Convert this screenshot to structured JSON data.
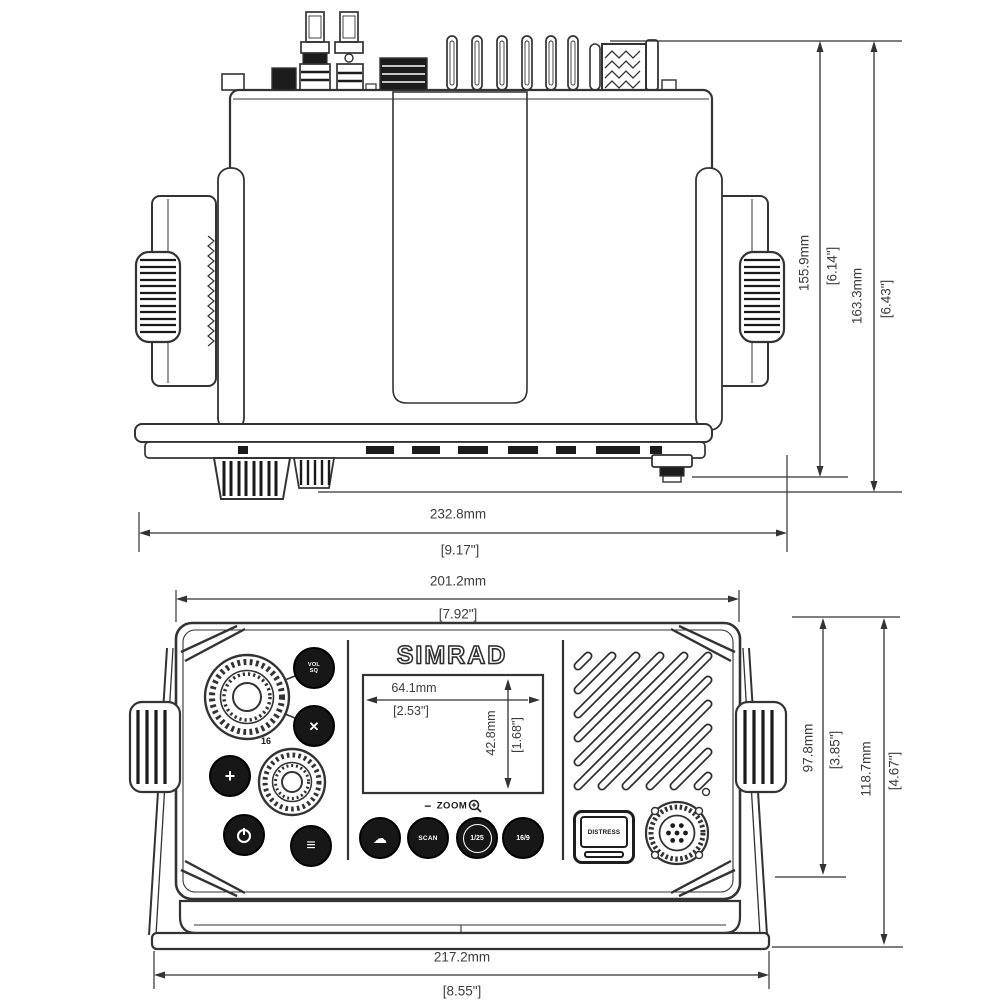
{
  "brand_logo": "SIMRAD",
  "top_view": {
    "depth_inner_mm": "155.9mm",
    "depth_inner_in": "[6.14\"]",
    "depth_overall_mm": "163.3mm",
    "depth_overall_in": "[6.43\"]",
    "width_overall_mm": "232.8mm",
    "width_overall_in": "[9.17\"]",
    "width_body_mm": "201.2mm",
    "width_body_in": "[7.92\"]"
  },
  "front_view": {
    "display_width_mm": "64.1mm",
    "display_width_in": "[2.53\"]",
    "display_height_mm": "42.8mm",
    "display_height_in": "[1.68\"]",
    "height_body_mm": "97.8mm",
    "height_body_in": "[3.85\"]",
    "height_overall_mm": "118.7mm",
    "height_overall_in": "[4.67\"]",
    "width_front_mm": "217.2mm",
    "width_front_in": "[8.55\"]",
    "channel_badge": "16",
    "vol_sq_line1": "VOL",
    "vol_sq_line2": "SQ",
    "exit_icon": "✕",
    "adjust_icon": "+",
    "menu_icon": "≡",
    "wx_icon": "☁",
    "zoom_minus": "−",
    "zoom_label": "ZOOM",
    "scan_label": "SCAN",
    "tx_power_label": "1/25",
    "ch169_label": "16/9",
    "distress_label": "DISTRESS"
  }
}
